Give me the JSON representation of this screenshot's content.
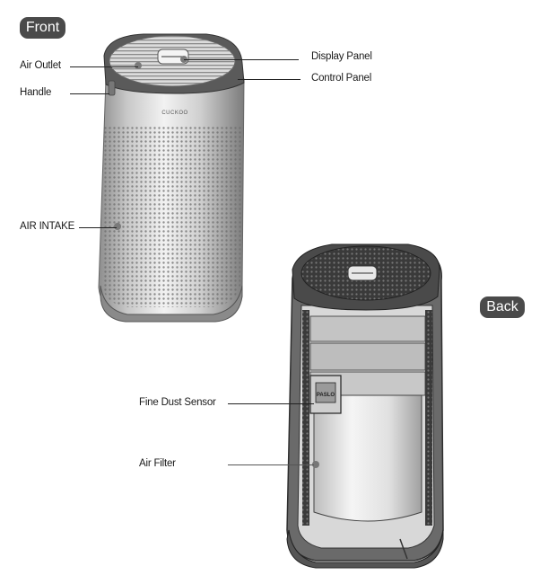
{
  "views": {
    "front": {
      "badge": "Front",
      "labels": {
        "air_outlet": "Air Outlet",
        "handle": "Handle",
        "display_panel": "Display Panel",
        "control_panel": "Control Panel",
        "air_intake": "AIR INTAKE"
      },
      "brand": "CUCKOO"
    },
    "back": {
      "badge": "Back",
      "labels": {
        "fine_dust_sensor": "Fine Dust Sensor",
        "air_filter": "Air Filter"
      }
    }
  },
  "colors": {
    "badge_bg": "#4a4a4a",
    "badge_text": "#ffffff",
    "body_silver": "#b8b8b8",
    "top_dark": "#555555"
  }
}
